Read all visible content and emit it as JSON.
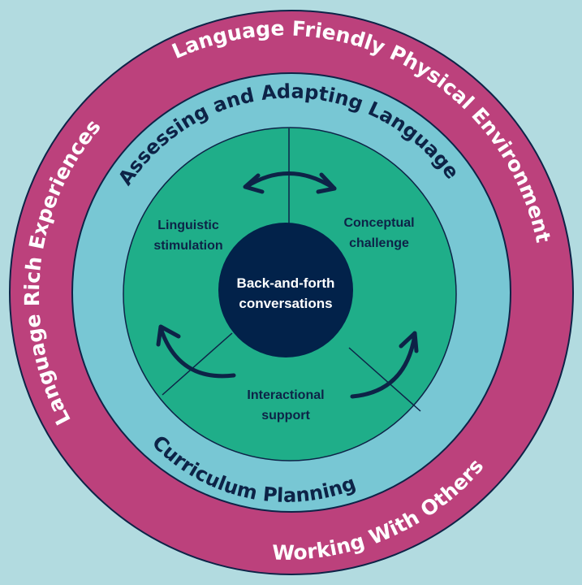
{
  "colors": {
    "background": "#b2dbe0",
    "outer_ring": "#bc417c",
    "middle_ring": "#78c7d4",
    "inner_ring": "#1fae89",
    "core": "#02224a",
    "outline": "#0d2347",
    "text_light": "#ffffff",
    "text_dark": "#0d2347"
  },
  "outer_ring": {
    "labels": [
      "Language Friendly Physical Environment",
      "Language Rich Experiences",
      "Working With Others"
    ]
  },
  "middle_ring": {
    "labels": [
      "Assessing and Adapting Language",
      "Curriculum Planning"
    ]
  },
  "inner_ring": {
    "segments": [
      {
        "line1": "Linguistic",
        "line2": "stimulation"
      },
      {
        "line1": "Conceptual",
        "line2": "challenge"
      },
      {
        "line1": "Interactional",
        "line2": "support"
      }
    ],
    "arrows": [
      "double-arrow-top",
      "arrow-left",
      "arrow-right"
    ]
  },
  "core": {
    "line1": "Back-and-forth",
    "line2": "conversations"
  }
}
